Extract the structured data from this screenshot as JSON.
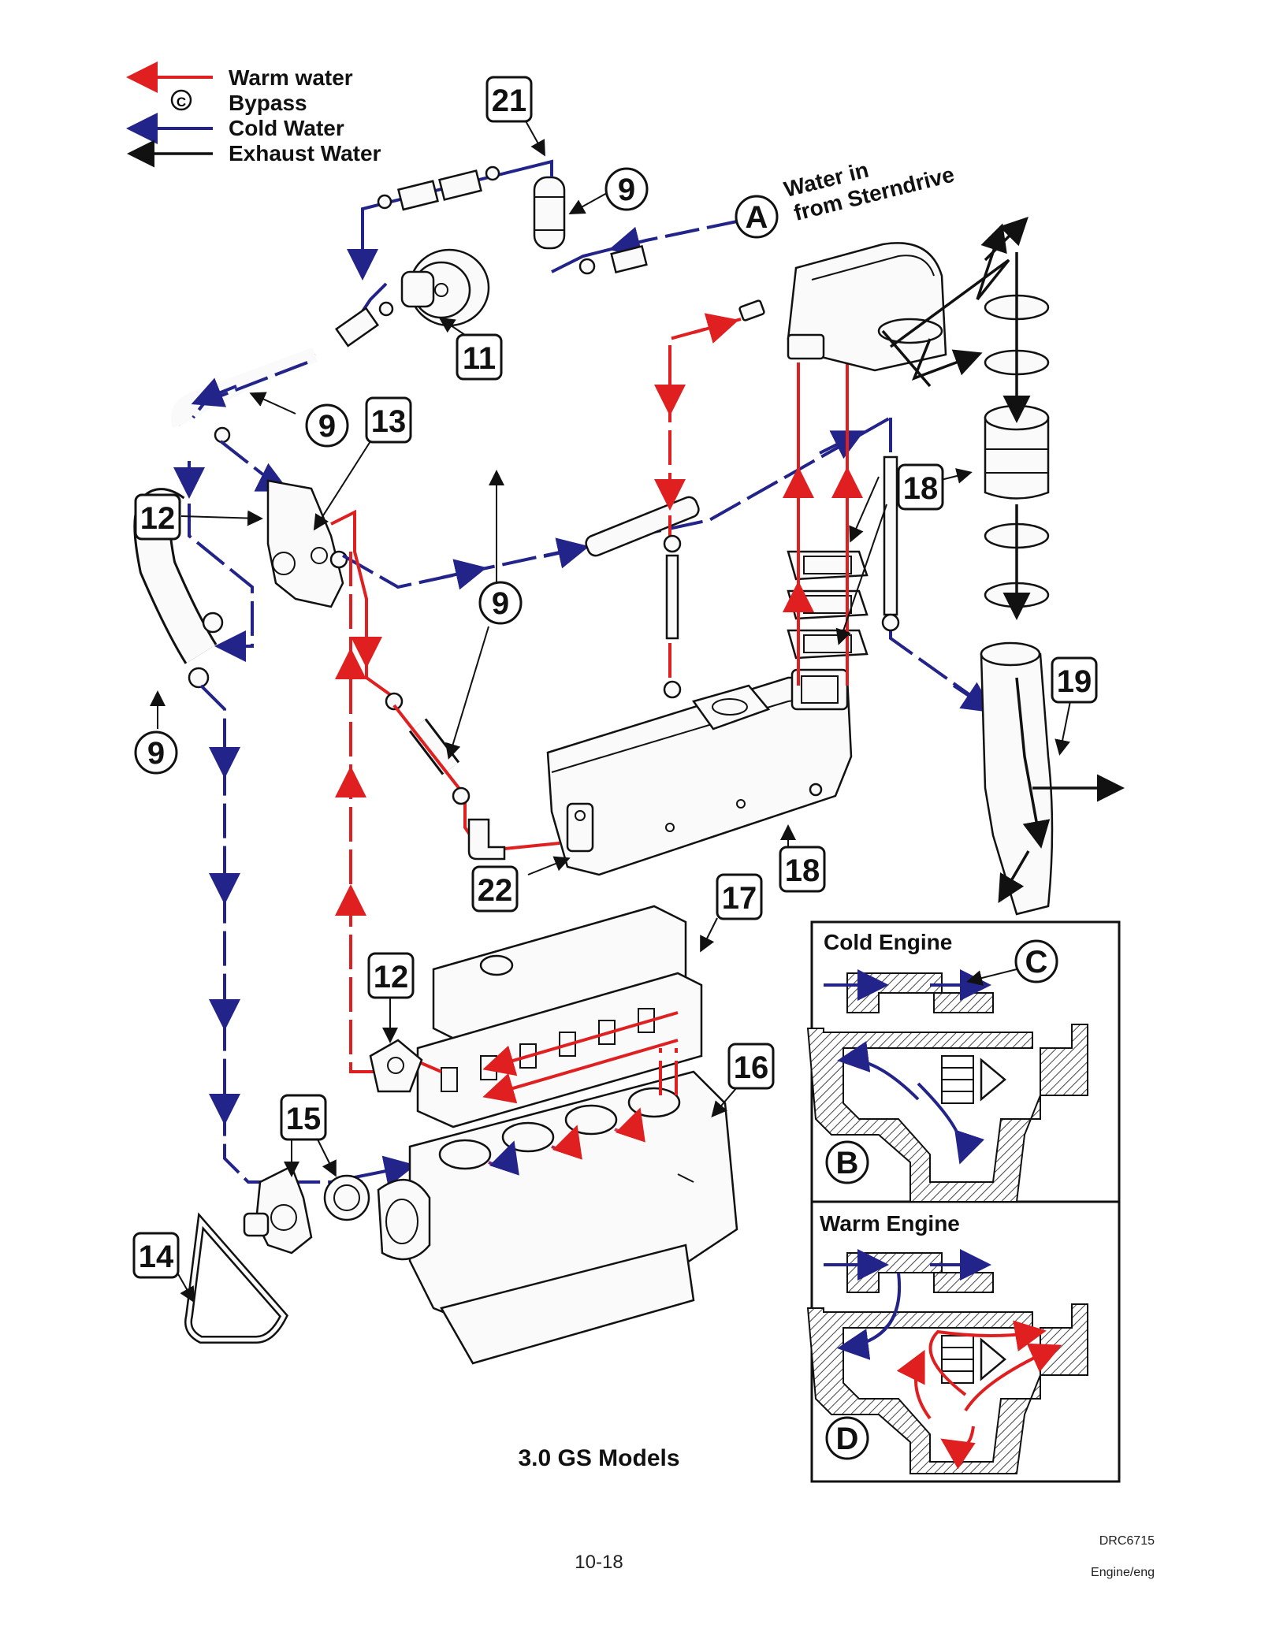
{
  "legend": [
    {
      "label": "Warm water",
      "symbol": "red-arrow",
      "color": "#e02020"
    },
    {
      "label": "Bypass",
      "symbol": "circled-c"
    },
    {
      "label": "Cold Water",
      "symbol": "blue-arrow",
      "color": "#22248a"
    },
    {
      "label": "Exhaust Water",
      "symbol": "black-arrow",
      "color": "#111111"
    }
  ],
  "legend_bypass_symbol": "C",
  "water_in_label": "A",
  "water_in_text": [
    "Water in",
    "from Sterndrive"
  ],
  "callouts": {
    "c21": "21",
    "c9a": "9",
    "c11": "11",
    "c9b": "9",
    "c13": "13",
    "c12a": "12",
    "c9c": "9",
    "c9d": "9",
    "c18a": "18",
    "c19": "19",
    "c22": "22",
    "c18b": "18",
    "c17": "17",
    "c12b": "12",
    "c16": "16",
    "c15": "15",
    "c14": "14"
  },
  "insets": {
    "cold_title": "Cold Engine",
    "cold_label_c": "C",
    "cold_label_b": "B",
    "warm_title": "Warm Engine",
    "warm_label_d": "D"
  },
  "caption": "3.0 GS Models",
  "page_number": "10-18",
  "drawing_id": "DRC6715",
  "section": "Engine/eng",
  "colors": {
    "warm": "#e02020",
    "cold": "#22248a",
    "exhaust": "#111111"
  }
}
